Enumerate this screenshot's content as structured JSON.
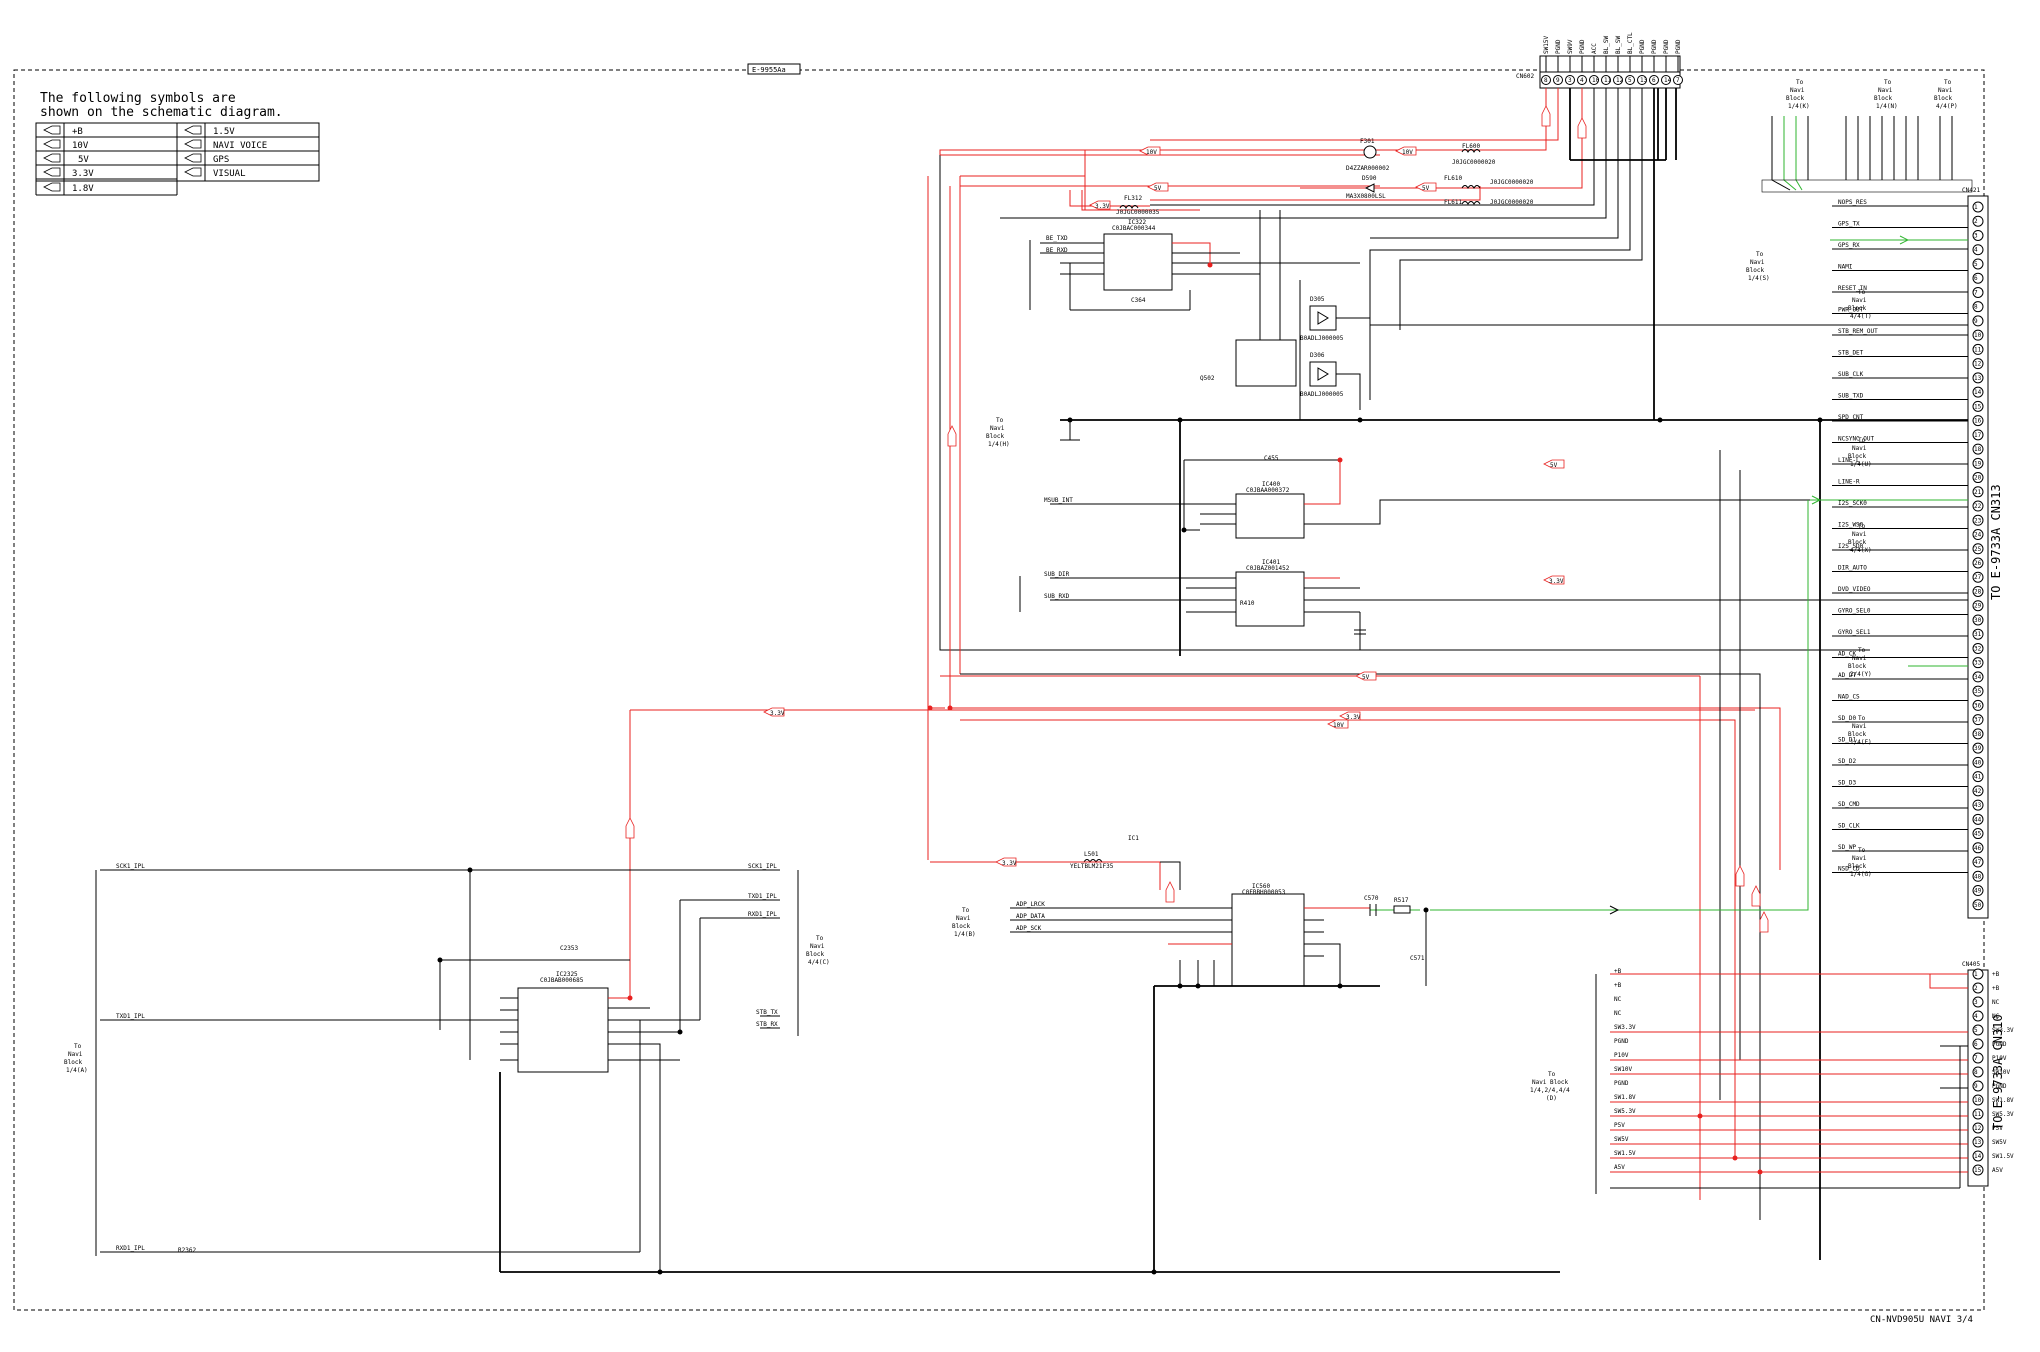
{
  "board_tag": "E-9955Aa",
  "footer": "CN-NVD905U NAVI 3/4",
  "legend": {
    "title_line1": "The following symbols are",
    "title_line2": "shown on the schematic diagram.",
    "rows": [
      {
        "left": "+B",
        "right": "1.5V"
      },
      {
        "left": "10V",
        "right": "NAVI VOICE"
      },
      {
        "left": "5V",
        "right": "GPS"
      },
      {
        "left": "3.3V",
        "right": "VISUAL"
      },
      {
        "left": "1.8V",
        "right": ""
      }
    ]
  },
  "connectors": {
    "cn602": {
      "name": "CN602",
      "pins": [
        "8",
        "9",
        "3",
        "4",
        "10",
        "11",
        "12",
        "5",
        "13",
        "6",
        "14",
        "7"
      ],
      "pin_labels": [
        "SW15V",
        "PGND",
        "SW9V",
        "PGND",
        "ACC",
        "BL_SW",
        "BL_SW",
        "BL_CTL",
        "PGND",
        "PGND",
        "PGND",
        "PGND"
      ]
    },
    "cn421": {
      "name": "CN421",
      "side_label": "TO E-9733A CN313",
      "pins": [
        "1",
        "2",
        "3",
        "4",
        "5",
        "6",
        "7",
        "8",
        "9",
        "10",
        "11",
        "12",
        "13",
        "14",
        "15",
        "16",
        "17",
        "18",
        "19",
        "20",
        "21",
        "22",
        "23",
        "24",
        "25",
        "26",
        "27",
        "28",
        "29",
        "30",
        "31",
        "32",
        "33",
        "34",
        "35",
        "36",
        "37",
        "38",
        "39",
        "40",
        "41",
        "42",
        "43",
        "44",
        "45",
        "46",
        "47",
        "48",
        "49",
        "50"
      ],
      "signals": [
        "NOPS_RES",
        "GPS_TX",
        "GPS_RX",
        "NAMI",
        "RESET_IN",
        "PWR_OUT",
        "STB_REM_OUT",
        "STB_DET",
        "SUB_CLK",
        "SUB_TXD",
        "SPD_CNT",
        "NCSYNC_OUT",
        "LINE-L",
        "LINE-R",
        "I2S_SCK0",
        "I2S_WS0",
        "I2S_SD0",
        "DIR_AUTO",
        "DVD_VIDEO",
        "GYRO_SEL0",
        "GYRO_SEL1",
        "AD_CK",
        "AD_DT",
        "NAD_CS",
        "SD_D0",
        "SD_D1",
        "SD_D2",
        "SD_D3",
        "SD_CMD",
        "SD_CLK",
        "SD_WP",
        "NSD_CD"
      ]
    },
    "cn405": {
      "name": "CN405",
      "side_label": "TO E-9733A CN310",
      "pins": [
        "1",
        "2",
        "3",
        "4",
        "5",
        "6",
        "7",
        "8",
        "9",
        "10",
        "11",
        "12",
        "13",
        "14",
        "15"
      ],
      "signals": [
        "+B",
        "+B",
        "NC",
        "NC",
        "SW3.3V",
        "PGND",
        "P10V",
        "SW10V",
        "PGND",
        "SW1.8V",
        "SW5.3V",
        "P5V",
        "SW5V",
        "SW1.5V",
        "A5V"
      ]
    }
  },
  "ics": {
    "ic322": {
      "name": "IC322",
      "part": "C0JBAC000344"
    },
    "ic400": {
      "name": "IC400",
      "part": "C0JBAA000372"
    },
    "ic401": {
      "name": "IC401",
      "part": "C0JBAZ001452"
    },
    "ic2325": {
      "name": "IC2325",
      "part": "C0JBAB000685"
    },
    "ic560": {
      "name": "IC560",
      "part": "C0FBBH000053"
    }
  },
  "parts": {
    "f301": "F301",
    "fuse_part": "D4ZZAR000002",
    "fl600": "FL600",
    "fl600_part": "J0JGC0000020",
    "fl610": "FL610",
    "fl611": "FL611",
    "fl_part": "J0JGC0000020",
    "d590": "D590",
    "d590_part": "MA3X0800LSL",
    "fl312": "FL312",
    "fl312_part": "J0JGC0000035",
    "d305": "D305",
    "d306": "D306",
    "d_part": "B0ADLJ000005",
    "q502": "Q502",
    "c364": "C364",
    "c455": "C455",
    "c2353": "C2353",
    "l501": "L501",
    "l501_part": "YELTBLM21F35",
    "ic_lc": "IC1",
    "r410": "R410",
    "r2362": "R2362",
    "r517": "R517",
    "c570": "C570",
    "c571": "C571"
  },
  "destinations": {
    "navi_14k": "To Navi Block 1/4 (K)",
    "navi_14n": "To Navi Block 1/4 (N)",
    "navi_44p": "To Navi Block 4/4 (P)",
    "navi_14s": "To Navi Block 1/4 (S)",
    "navi_44t": "To Navi Block 4/4 (T)",
    "navi_14h": "To Navi Block 1/4 (H)",
    "navi_14u": "To Navi Block 1/4 (U)",
    "navi_44x": "To Navi Block 4/4 (X)",
    "navi_24y": "To Navi Block 2/4 (Y)",
    "navi_14f": "To Navi Block 1/4 (F)",
    "navi_14g": "To Navi Block 1/4 (G)",
    "navi_14b": "To Navi Block 1/4 (B)",
    "navi_44c": "To Navi Block 4/4 (C)",
    "navi_14a": "To Navi Block 1/4 (A)",
    "navi_124": "To Navi Block 1/4,2/4,4/4 (D)"
  },
  "nets": {
    "v10": "10V",
    "v5": "5V",
    "v33": "3.3V",
    "v18": "1.8V",
    "v15": "1.5V"
  },
  "colors": {
    "power_wire": "#e8201f",
    "signal_wire": "#2fb52f",
    "ink": "#000000"
  }
}
